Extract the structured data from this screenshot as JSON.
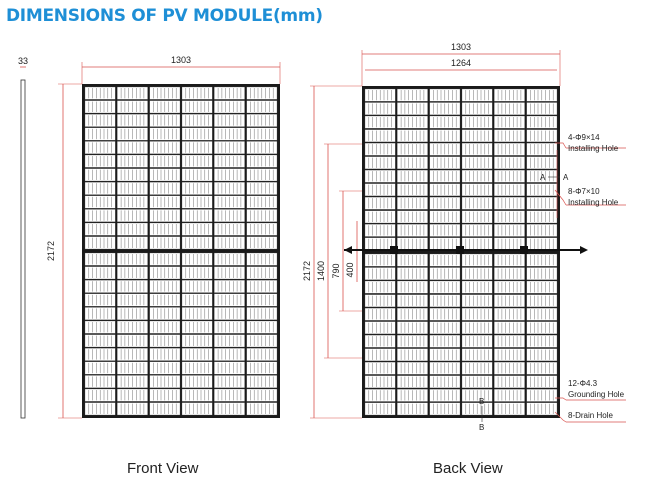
{
  "title": "DIMENSIONS OF PV MODULE(mm)",
  "front": {
    "caption": "Front View",
    "thickness": "33",
    "width": "1303",
    "height": "2172"
  },
  "back": {
    "caption": "Back View",
    "width_outer": "1303",
    "width_inner": "1264",
    "height": "2172",
    "mount_1400": "1400",
    "mount_790": "790",
    "mount_400": "400",
    "section_a": "A",
    "section_a2": "A",
    "section_b": "B",
    "section_b2": "B",
    "hole_9x14": "4-Φ9×14",
    "hole_9x14_label": "Installing Hole",
    "hole_7x10": "8-Φ7×10",
    "hole_7x10_label": "Installing Hole",
    "ground": "12-Φ4.3",
    "ground_label": "Grounding Hole",
    "drain": "8-Drain Hole"
  },
  "colors": {
    "title": "#1e8fd6",
    "dimension_line": "#d9534f",
    "module": "#1a1a1a"
  }
}
